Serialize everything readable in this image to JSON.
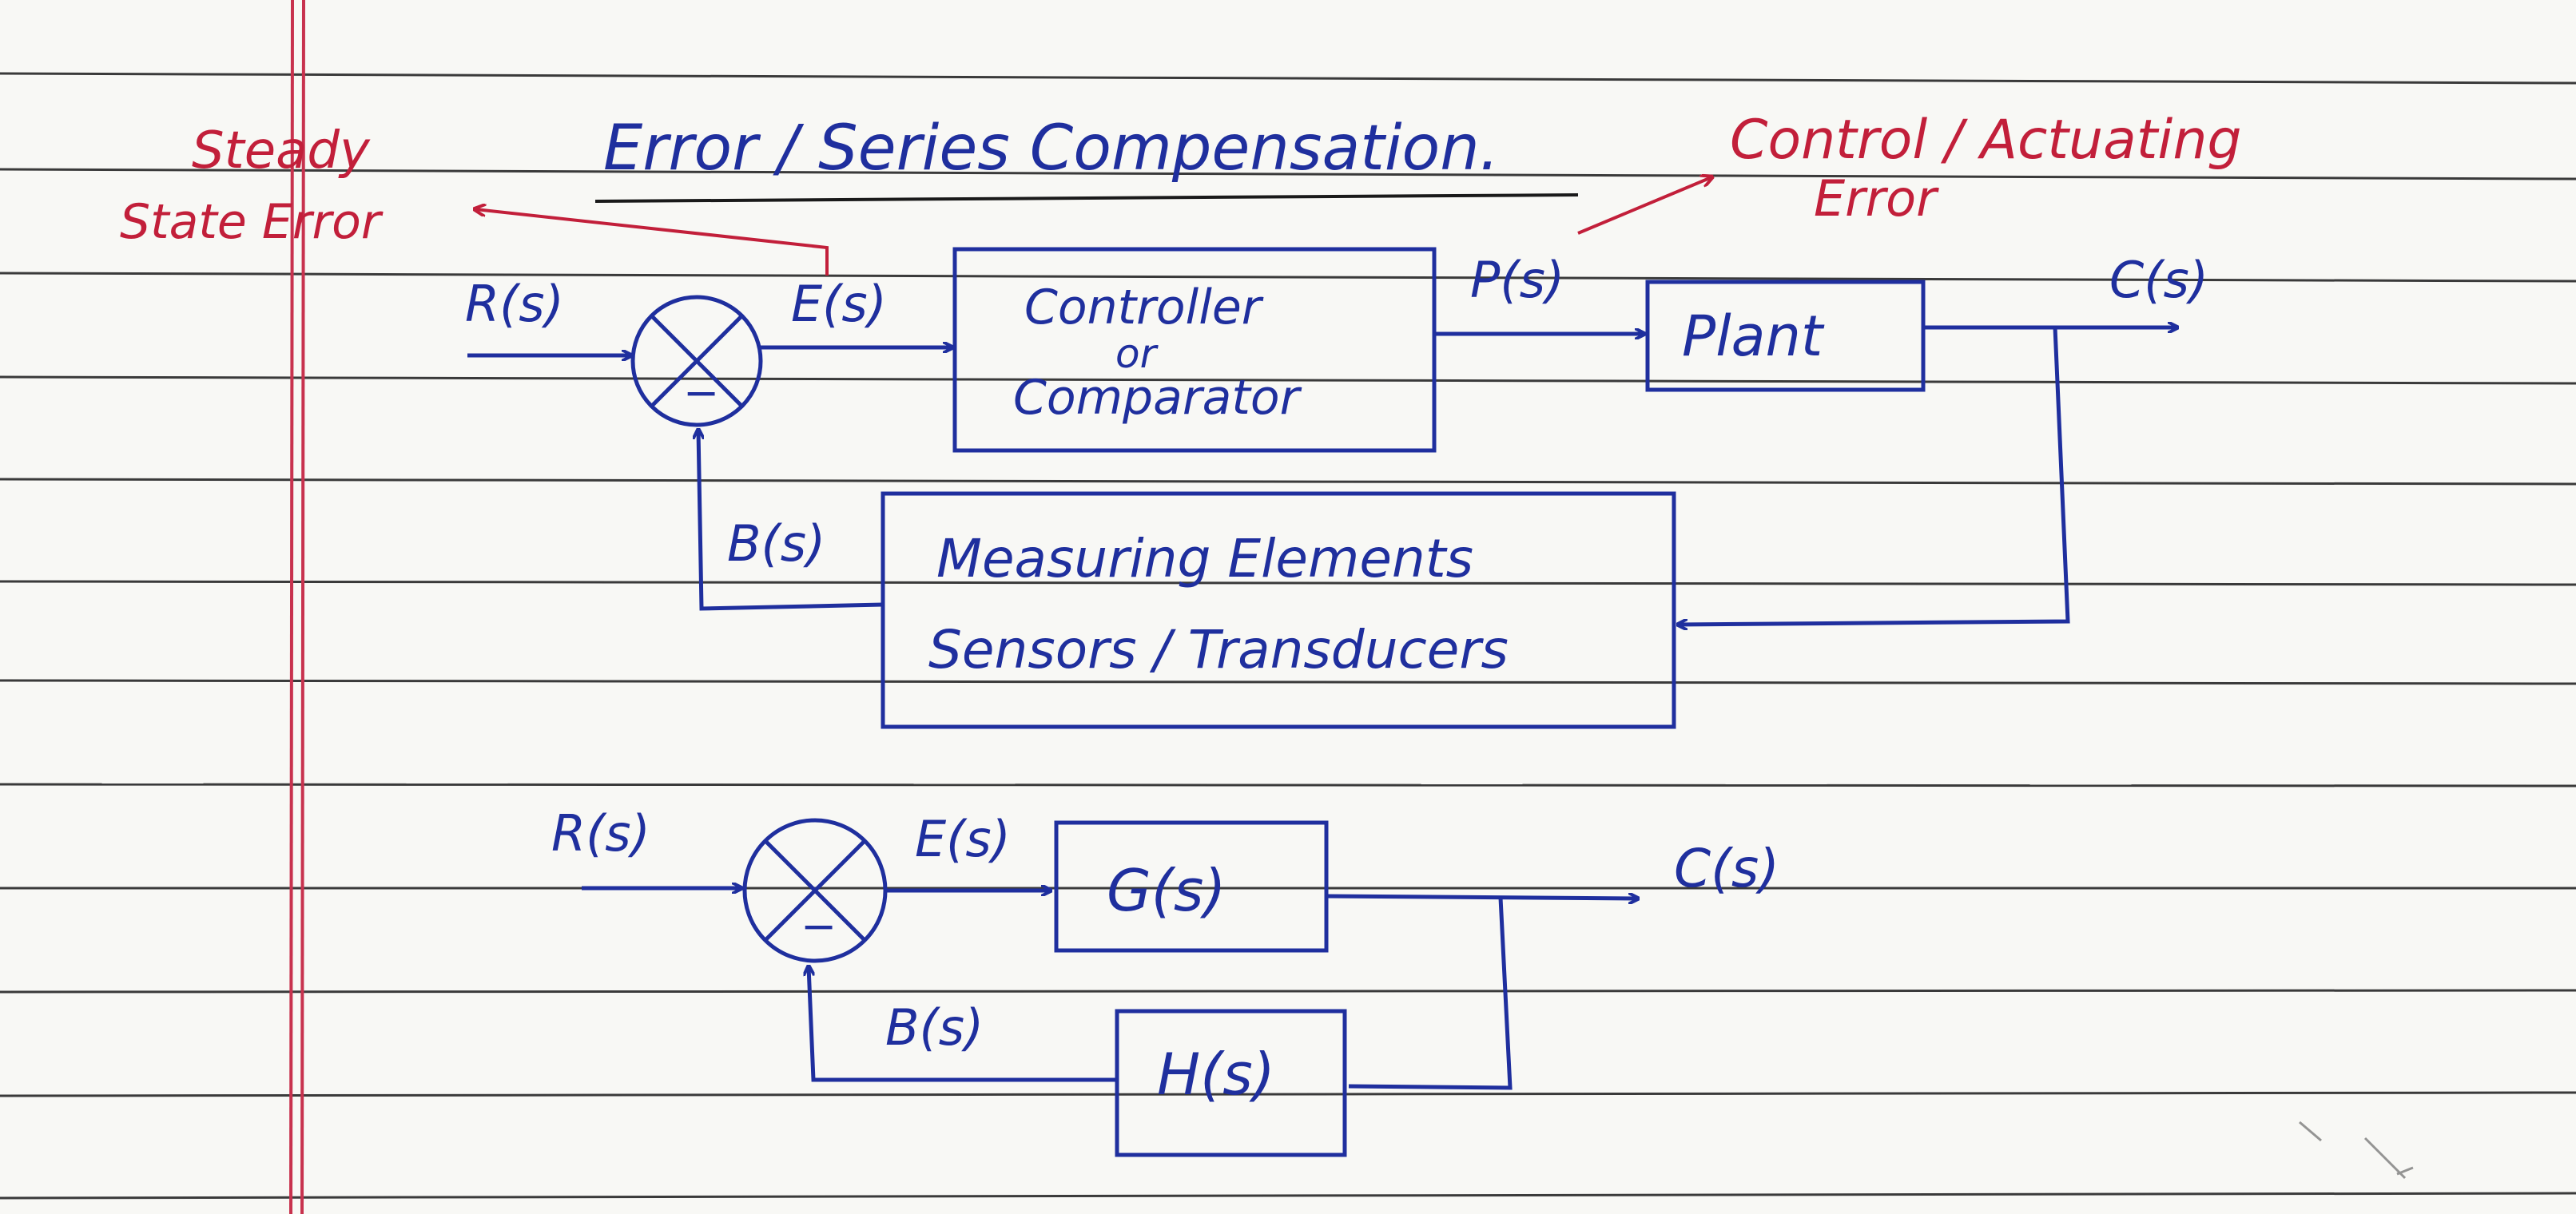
{
  "title": "Error / Series Compensation.",
  "annotations": {
    "steady_state_line1": "Steady",
    "steady_state_line2": "State Error",
    "control_actuating_line1": "Control / Actuating",
    "control_actuating_line2": "Error"
  },
  "diagram1": {
    "input_label": "R(s)",
    "error_label": "E(s)",
    "controller_line1": "Controller",
    "controller_line2": "or",
    "controller_line3": "Comparator",
    "p_label": "P(s)",
    "plant_label": "Plant",
    "output_label": "C(s)",
    "feedback_label": "B(s)",
    "measuring_line1": "Measuring Elements",
    "measuring_line2": "Sensors / Transducers",
    "minus_sign": "−"
  },
  "diagram2": {
    "input_label": "R(s)",
    "error_label": "E(s)",
    "g_label": "G(s)",
    "output_label": "C(s)",
    "feedback_label": "B(s)",
    "h_label": "H(s)",
    "minus_sign": "−"
  },
  "colors": {
    "blue_ink": "#1f2f9e",
    "red_ink": "#c21f3a",
    "ruled_line": "#1a1a1a",
    "margin_line": "#c8324e",
    "paper": "#f8f8f5"
  }
}
